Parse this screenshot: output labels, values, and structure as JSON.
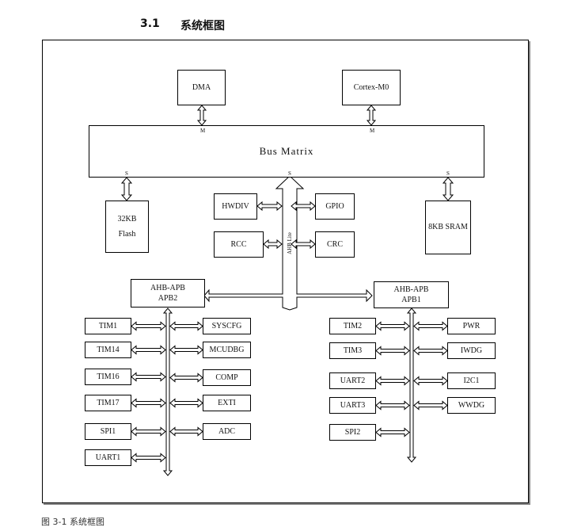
{
  "section": {
    "number": "3.1",
    "title": "系统框图"
  },
  "caption": "图 3-1 系统框图",
  "diagram": {
    "dma": "DMA",
    "cortex": "Cortex-M0",
    "bus_matrix": "Bus Matrix",
    "master_port": "M",
    "slave_port": "S",
    "flash": [
      "32KB",
      "Flash"
    ],
    "sram": "8KB SRAM",
    "hwdiv": "HWDIV",
    "gpio": "GPIO",
    "rcc": "RCC",
    "crc": "CRC",
    "ahb_lite": "AHB Lite",
    "bridge_apb2": [
      "AHB-APB",
      "APB2"
    ],
    "bridge_apb1": [
      "AHB-APB",
      "APB1"
    ],
    "apb2_left": [
      "TIM1",
      "TIM14",
      "TIM16",
      "TIM17",
      "SPI1",
      "UART1"
    ],
    "apb2_right": [
      "SYSCFG",
      "MCUDBG",
      "COMP",
      "EXTI",
      "ADC"
    ],
    "apb1_left": [
      "TIM2",
      "TIM3",
      "UART2",
      "UART3",
      "SPI2"
    ],
    "apb1_right": [
      "PWR",
      "IWDG",
      "I2C1",
      "WWDG"
    ]
  }
}
